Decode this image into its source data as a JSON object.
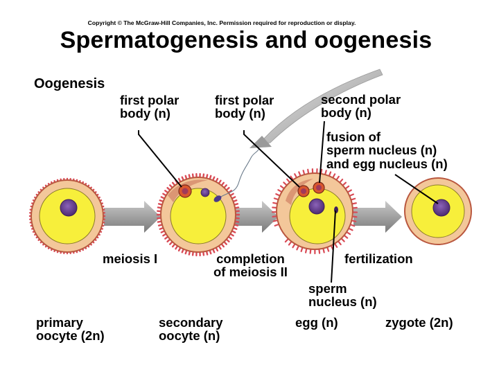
{
  "copyright": "Copyright © The McGraw-Hill Companies, Inc. Permission required for reproduction or display.",
  "title": "Spermatogenesis and oogenesis",
  "section_heading": "Oogenesis",
  "labels": {
    "first_polar_body_a": "first polar\nbody (n)",
    "first_polar_body_b": "first polar\nbody (n)",
    "second_polar_body": "second polar\nbody (n)",
    "fusion": "fusion of\nsperm nucleus (n)\nand egg nucleus (n)",
    "meiosis_1": "meiosis I",
    "completion_meiosis_2": "completion\nof meiosis II",
    "fertilization": "fertilization",
    "sperm_nucleus": "sperm\nnucleus (n)",
    "primary_oocyte": "primary\noocyte (2n)",
    "secondary_oocyte": "secondary\noocyte (n)",
    "egg": "egg (n)",
    "zygote": "zygote (2n)"
  },
  "colors": {
    "cytoplasm": "#f7ef3b",
    "zona": "#f3c79a",
    "zona_outline": "#b9573f",
    "follicle_cells": "#d94a55",
    "nucleus": "#6a3f93",
    "polar_body": "#d9572e",
    "arrow": "#8a8a8a",
    "sperm_arrow": "#b8b8b8"
  }
}
